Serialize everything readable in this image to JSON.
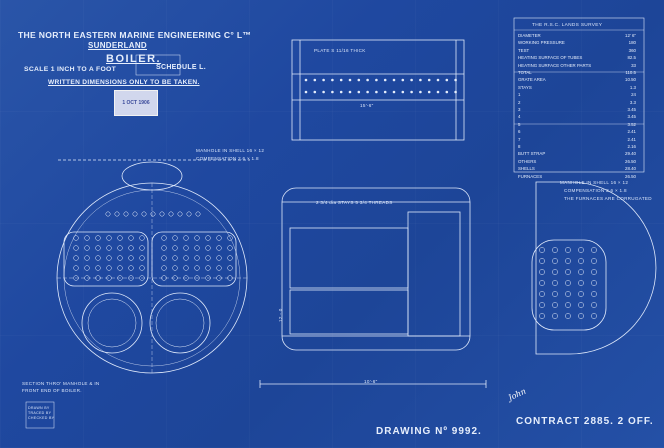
{
  "header": {
    "company": "THE NORTH EASTERN MARINE ENGINEERING C° L™",
    "location": "SUNDERLAND",
    "subject": "BOILER.",
    "scale": "SCALE 1 INCH TO A FOOT",
    "schedule": "SCHEDULE L.",
    "note": "WRITTEN DIMENSIONS ONLY TO BE TAKEN."
  },
  "stamp": {
    "text": "1 OCT 1906"
  },
  "labels": {
    "plates_left": "PLATE S 11/16 THICK",
    "manhole_note": "MANHOLE IN SHELL 16 × 12",
    "compensation": "COMPENSATION 2.6 × 1.8",
    "section": "SECTION THRO' MANHOLE & IN FRONT END OF BOILER.",
    "stays_label": "2 3/4 dia STAYS 5 3/4 THREADS",
    "main_length": "10'-6\"",
    "manhole_right": "MANHOLE IN SHELL 16 × 12",
    "compensation_right": "COMPENSATION 2.6 × 1.8",
    "furnace_note": "THE FURNACES ARE CORRUGATED",
    "bottom_left_box": "DRAWN BY TRACED BY CHECKED BY",
    "dim_15_6": "15'-6\"",
    "dim_12": "12 - 0"
  },
  "spec_table": {
    "title": "THE R.S.C. LANDS SURVEY",
    "rows": [
      {
        "k": "DIAMETER",
        "v": "12' 6\""
      },
      {
        "k": "WORKING PRESSURE",
        "v": "180"
      },
      {
        "k": "TEST",
        "v": "360"
      },
      {
        "k": "HEATING SURFACE OF TUBES",
        "v": "82.5"
      },
      {
        "k": "HEATING SURFACE OTHER PARTS",
        "v": "33"
      },
      {
        "k": "TOTAL",
        "v": "110.5"
      },
      {
        "k": "GRATE AREA",
        "v": "10.50"
      },
      {
        "k": "STAYS",
        "v": "1.3"
      },
      {
        "k": "1",
        "v": "24"
      },
      {
        "k": "2",
        "v": "3.3"
      },
      {
        "k": "3",
        "v": "3.45"
      },
      {
        "k": "4",
        "v": "3.45"
      },
      {
        "k": "5",
        "v": "3.52"
      },
      {
        "k": "6",
        "v": "2.41"
      },
      {
        "k": "7",
        "v": "2.41"
      },
      {
        "k": "8",
        "v": "2.16"
      },
      {
        "k": "BUTT STRAP",
        "v": "29.40"
      },
      {
        "k": "OTHERS",
        "v": "26.50"
      },
      {
        "k": "SHELLS",
        "v": "28.40"
      },
      {
        "k": "FURNACES",
        "v": "26.50"
      }
    ]
  },
  "footer": {
    "drawing": "DRAWING Nº 9992.",
    "contract": "CONTRACT 2885. 2 OFF.",
    "signature": "John"
  }
}
